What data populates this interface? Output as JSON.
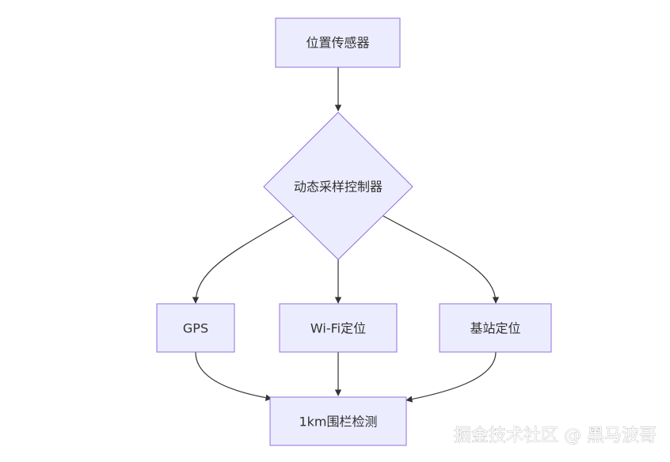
{
  "nodes": {
    "sensor": "位置传感器",
    "controller": "动态采样控制器",
    "gps": "GPS",
    "wifi": "Wi-Fi定位",
    "cell": "基站定位",
    "fence": "1km围栏检测"
  },
  "edges": [
    {
      "from": "sensor",
      "to": "controller"
    },
    {
      "from": "controller",
      "to": "gps"
    },
    {
      "from": "controller",
      "to": "wifi"
    },
    {
      "from": "controller",
      "to": "cell"
    },
    {
      "from": "gps",
      "to": "fence"
    },
    {
      "from": "wifi",
      "to": "fence"
    },
    {
      "from": "cell",
      "to": "fence"
    }
  ],
  "watermark": "掘金技术社区 @ 黑马波哥",
  "colors": {
    "node_fill": "#ECECFF",
    "node_stroke": "#9370DB",
    "edge": "#333333",
    "text": "#333333"
  }
}
